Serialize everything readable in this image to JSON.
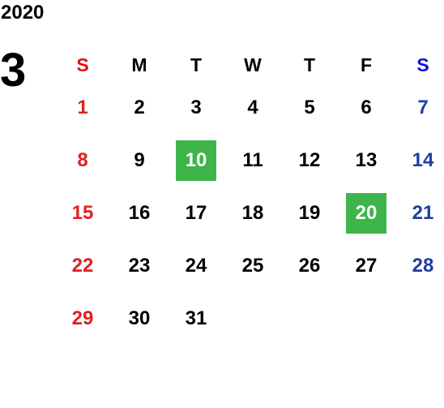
{
  "year": "2020",
  "month": "3",
  "weekday_headers": [
    "S",
    "M",
    "T",
    "W",
    "T",
    "F",
    "S"
  ],
  "weeks": [
    [
      "",
      "",
      "",
      "",
      "",
      "",
      ""
    ],
    [
      "1",
      "2",
      "3",
      "4",
      "5",
      "6",
      "7"
    ],
    [
      "8",
      "9",
      "10",
      "11",
      "12",
      "13",
      "14"
    ],
    [
      "15",
      "16",
      "17",
      "18",
      "19",
      "20",
      "21"
    ],
    [
      "22",
      "23",
      "24",
      "25",
      "26",
      "27",
      "28"
    ],
    [
      "29",
      "30",
      "31",
      "",
      "",
      "",
      ""
    ]
  ],
  "highlighted_days": [
    "10",
    "20"
  ],
  "colors": {
    "sunday": "#e02020",
    "saturday": "#1e3fa0",
    "highlight": "#3db54a"
  }
}
